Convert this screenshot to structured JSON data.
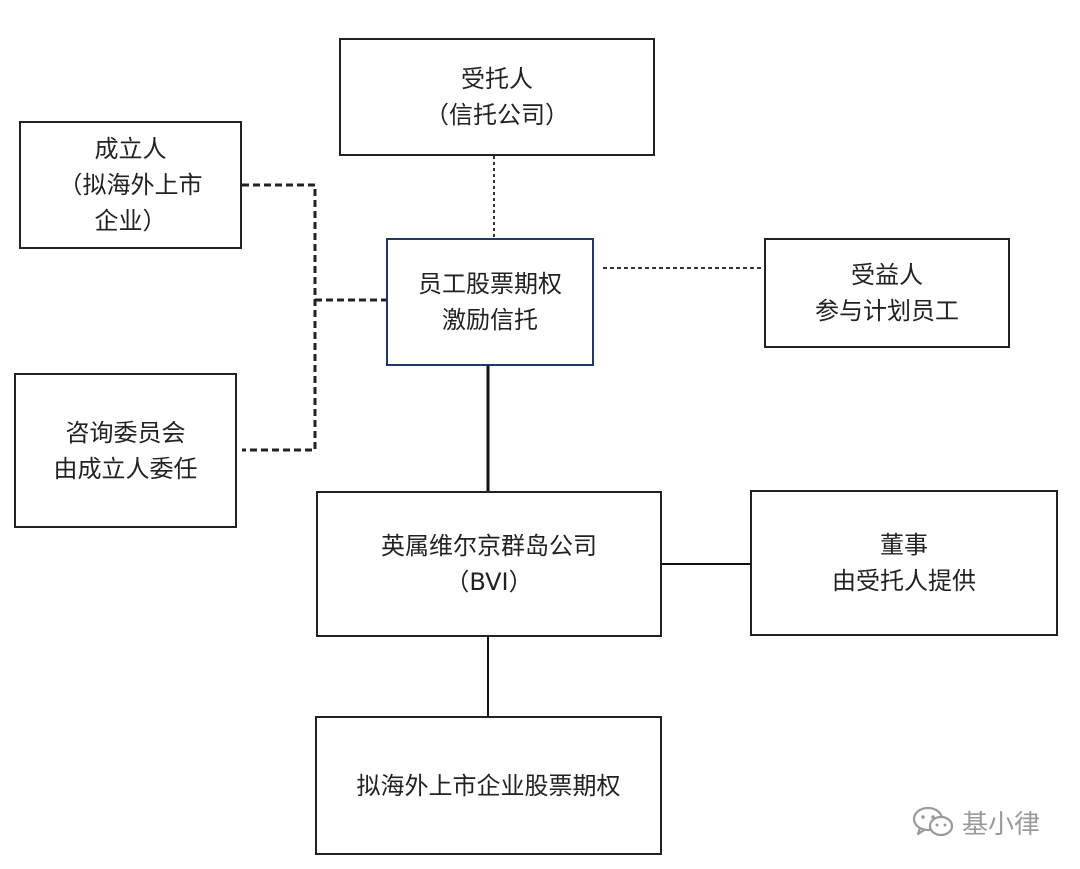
{
  "nodes": {
    "trustee": {
      "lines": [
        "受托人",
        "（信托公司）"
      ]
    },
    "settlor": {
      "lines": [
        "成立人",
        "（拟海外上市",
        "企业）"
      ]
    },
    "trust": {
      "lines": [
        "员工股票期权",
        "激励信托"
      ]
    },
    "beneficiary": {
      "lines": [
        "受益人",
        "参与计划员工"
      ]
    },
    "committee": {
      "lines": [
        "咨询委员会",
        "由成立人委任"
      ]
    },
    "bvi": {
      "lines": [
        "英属维尔京群岛公司",
        "（BVI）"
      ]
    },
    "director": {
      "lines": [
        "董事",
        "由受托人提供"
      ]
    },
    "options": {
      "lines": [
        "拟海外上市企业股票期权"
      ]
    }
  },
  "watermark": {
    "icon": "wechat-icon",
    "text": "基小律"
  },
  "colors": {
    "border": "#222222",
    "center_border": "#1f3864",
    "watermark": "#9a9a9a"
  }
}
